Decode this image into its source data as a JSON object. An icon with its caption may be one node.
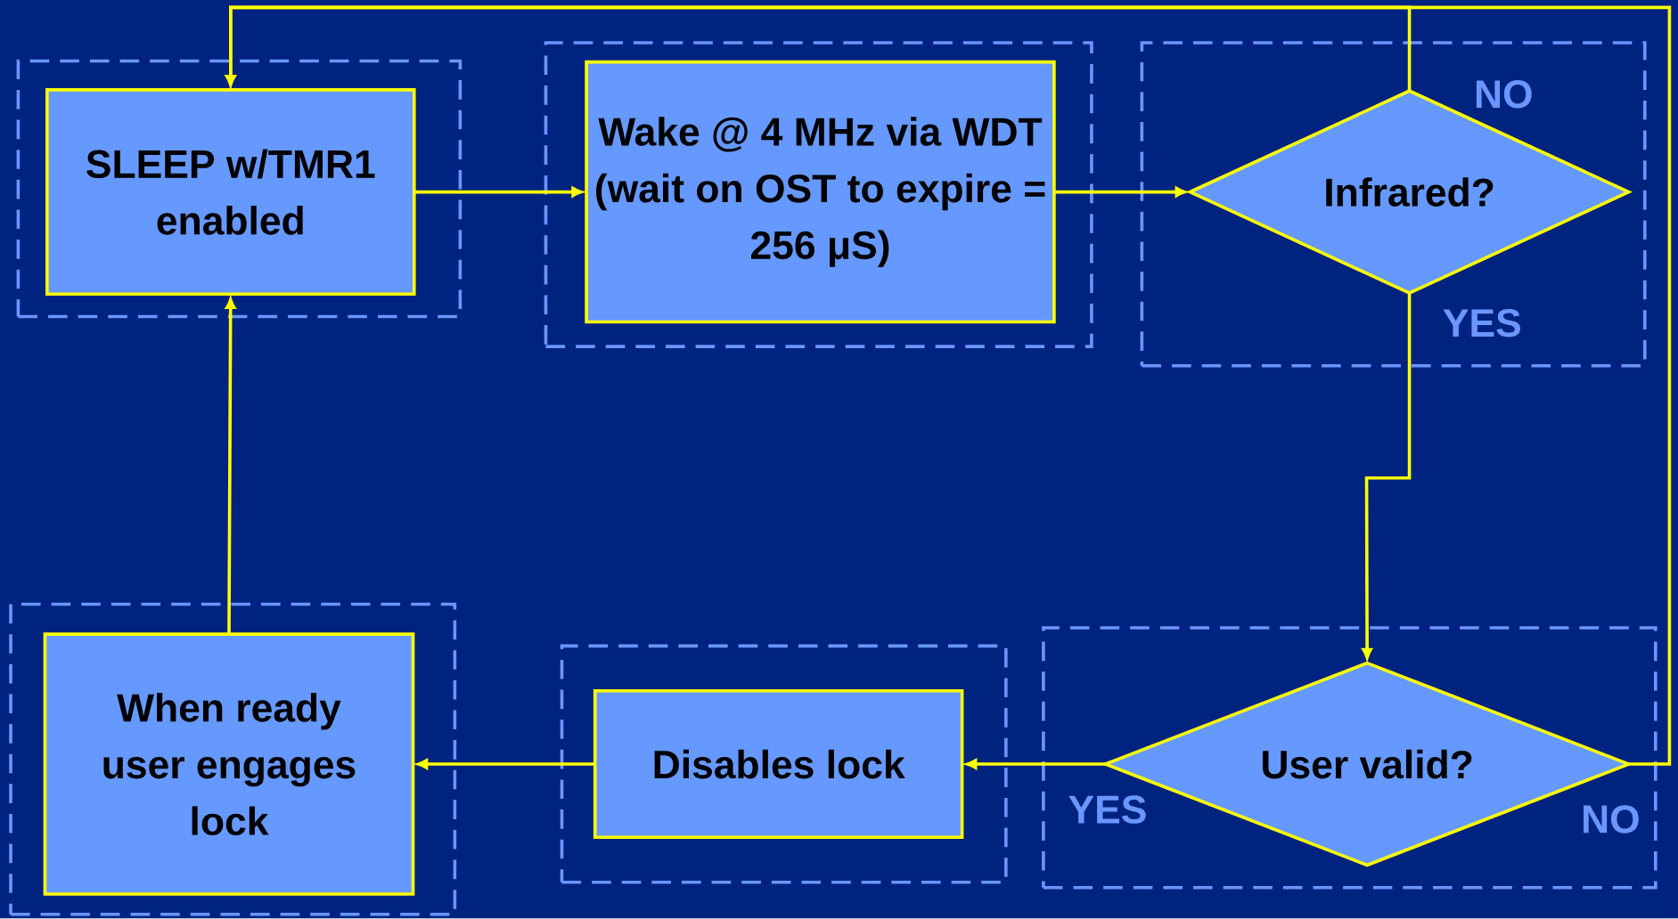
{
  "diagram": {
    "nodes": [
      {
        "text": [],
        "shape": "box"
      },
      {
        "text": [
          "SLEEP w/TMR1 enabled"
        ],
        "in": 0
      },
      {
        "text": [],
        "shape": "box"
      },
      {
        "text": [
          "Wake @ 4 MHz via WDT (wait on OST to expire = 256 μS)"
        ],
        "in": 2
      },
      {
        "text": [],
        "shape": "box"
      },
      {
        "text": [
          "Infrared?"
        ],
        "in": 4
      },
      {
        "text": [],
        "shape": "box"
      },
      {
        "text": [
          "When ready user engages lock"
        ],
        "in": 6
      },
      {
        "text": [],
        "shape": "box"
      },
      {
        "text": [
          "Disables lock"
        ],
        "in": 8
      },
      {
        "text": [],
        "shape": "box"
      },
      {
        "text": [
          "User valid?"
        ],
        "in": 10
      }
    ],
    "edges": [
      {
        "from": 1,
        "to": 3,
        "arrow": "to"
      },
      {
        "from": 3,
        "to": 5,
        "arrow": "to"
      },
      {
        "from": 5,
        "to": 1,
        "arrow": "to",
        "label": "NO"
      },
      {
        "from": 5,
        "to": 11,
        "arrow": "to",
        "label": "YES"
      },
      {
        "from": 11,
        "to": 1,
        "arrow": "to",
        "label": "NO"
      },
      {
        "from": 11,
        "to": 9,
        "arrow": "to",
        "label": "YES"
      },
      {
        "from": 9,
        "to": 7,
        "arrow": "to"
      },
      {
        "from": 7,
        "to": 1,
        "arrow": "to"
      }
    ]
  }
}
